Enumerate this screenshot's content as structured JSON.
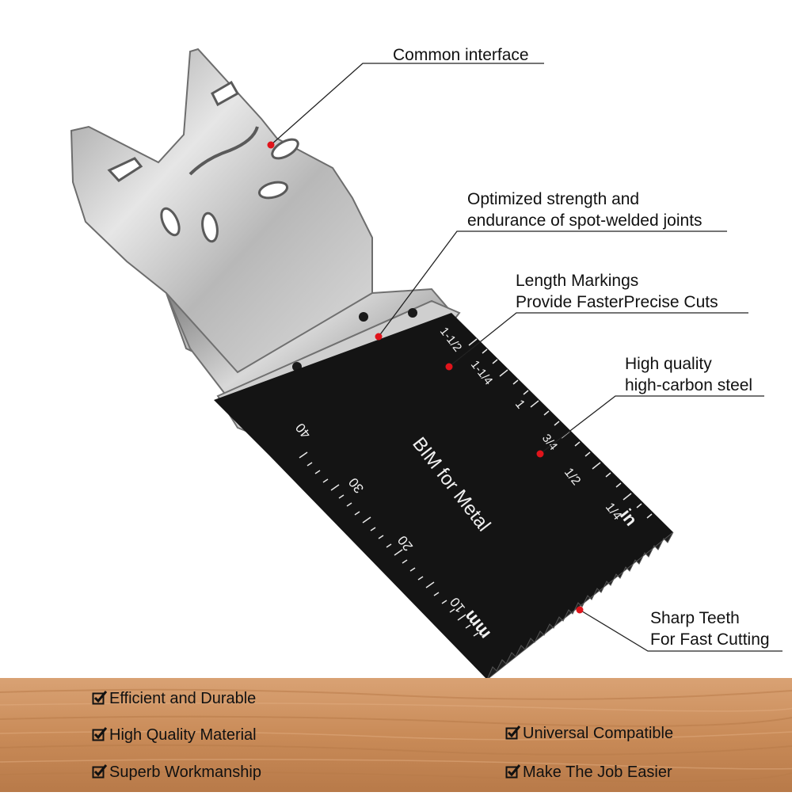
{
  "callouts": {
    "common_interface": "Common interface",
    "spot_welded": [
      "Optimized strength and",
      "endurance of spot-welded joints"
    ],
    "length_markings": [
      "Length Markings",
      "Provide FasterPrecise Cuts"
    ],
    "steel": [
      "High quality",
      "high-carbon steel"
    ],
    "teeth": [
      "Sharp Teeth",
      "For Fast Cutting"
    ]
  },
  "blade": {
    "label": "BIM for Metal",
    "mm_unit": "mm",
    "mm_ticks": [
      "10",
      "20",
      "30",
      "40"
    ],
    "in_unit": "in",
    "in_ticks": [
      "1/4",
      "1/2",
      "3/4",
      "1",
      "1-1/4",
      "1-1/2"
    ]
  },
  "features": {
    "left": [
      "Efficient and Durable",
      "High Quality Material",
      "Superb Workmanship"
    ],
    "right": [
      "Universal Compatible",
      "Make The Job Easier"
    ]
  },
  "colors": {
    "marker": "#e0141b",
    "blade_black": "#141414",
    "steel": "#c9c9c9",
    "wood": "#c98b58"
  }
}
